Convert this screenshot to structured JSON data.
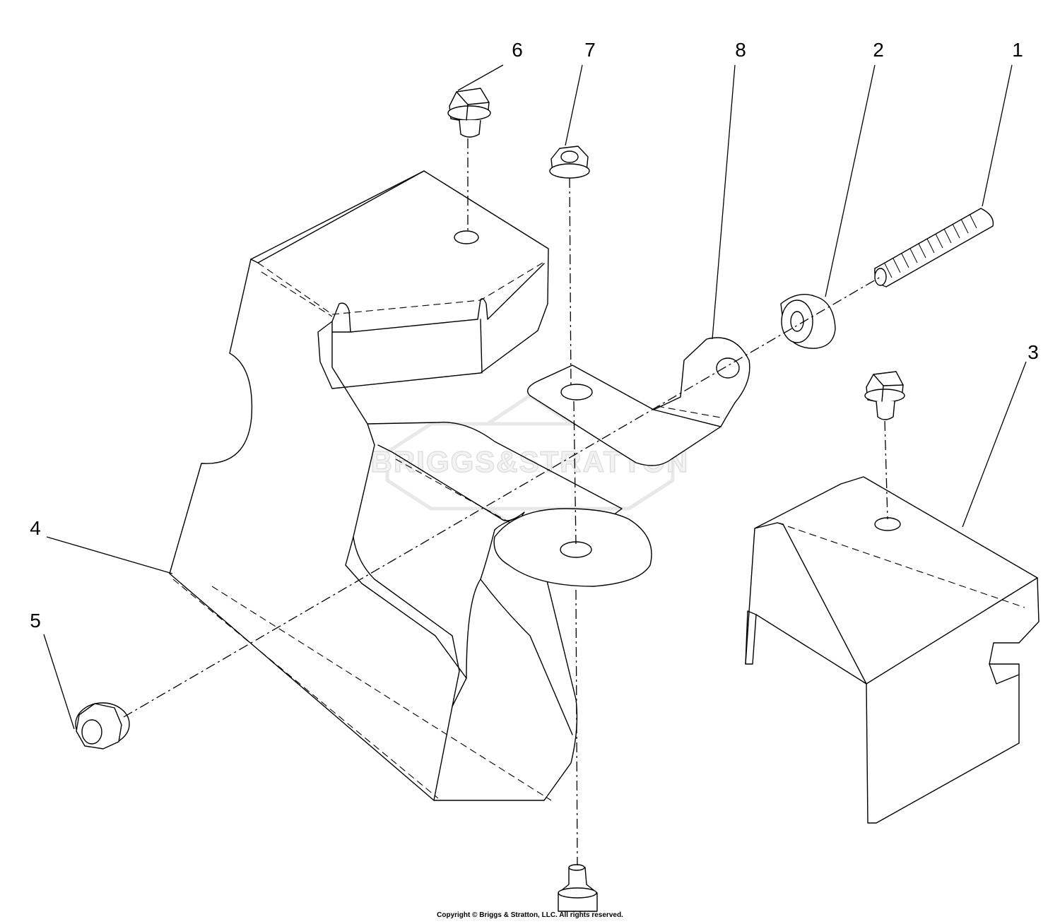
{
  "watermark": {
    "brand": "BRIGGS&STRATTON"
  },
  "callouts": [
    {
      "id": "1",
      "label": "1"
    },
    {
      "id": "2",
      "label": "2"
    },
    {
      "id": "3",
      "label": "3"
    },
    {
      "id": "4",
      "label": "4"
    },
    {
      "id": "5",
      "label": "5"
    },
    {
      "id": "6",
      "label": "6"
    },
    {
      "id": "7",
      "label": "7"
    },
    {
      "id": "8",
      "label": "8"
    }
  ],
  "footer": {
    "copyright": "Copyright © Briggs & Stratton, LLC. All rights reserved."
  }
}
